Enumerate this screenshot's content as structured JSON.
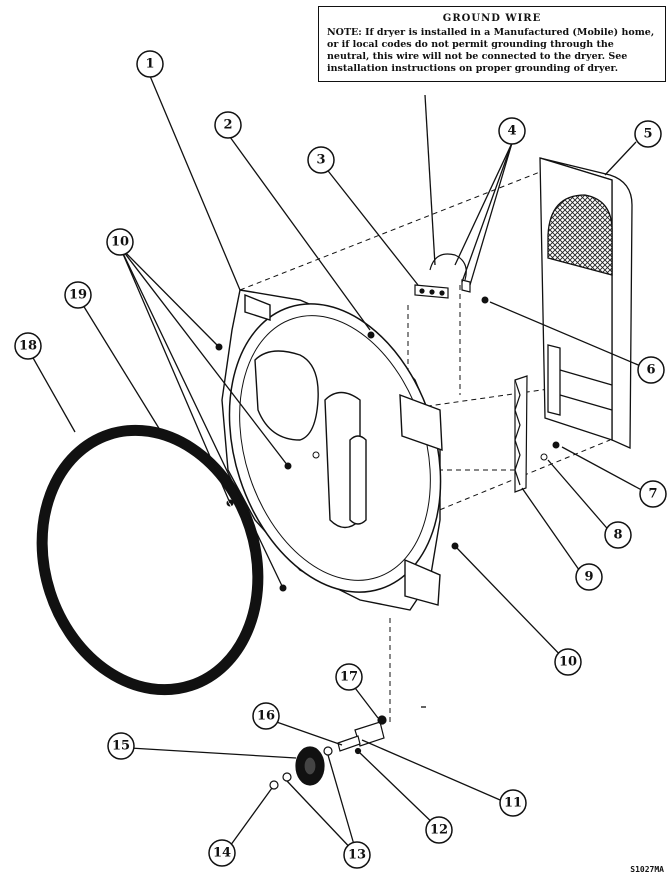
{
  "note": {
    "title": "GROUND WIRE",
    "lead": "NOTE:",
    "text": "If dryer is installed in a Manufactured (Mobile) home, or if local codes do not permit grounding through the neutral, this wire will not be connected to the dryer. See installation instructions on proper grounding of dryer."
  },
  "drawing_code": "S1027MA",
  "callouts": {
    "c1": "1",
    "c2": "2",
    "c3": "3",
    "c4": "4",
    "c5": "5",
    "c6": "6",
    "c7": "7",
    "c8": "8",
    "c9": "9",
    "c10a": "10",
    "c10b": "10",
    "c11": "11",
    "c12": "12",
    "c13": "13",
    "c14": "14",
    "c15": "15",
    "c16": "16",
    "c17": "17",
    "c18": "18",
    "c19": "19"
  }
}
